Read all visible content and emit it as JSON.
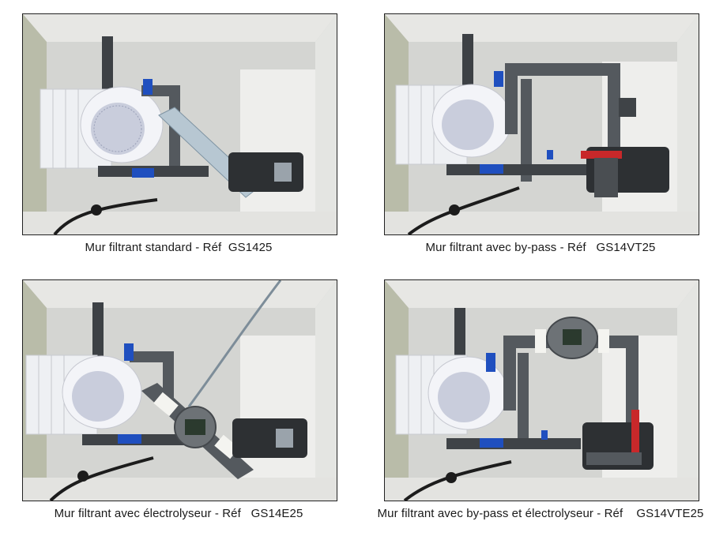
{
  "panels": [
    {
      "caption": "Mur filtrant standard - Réf  GS1425",
      "variant": "standard"
    },
    {
      "caption": "Mur filtrant avec by-pass - Réf   GS14VT25",
      "variant": "bypass"
    },
    {
      "caption": "Mur filtrant avec électrolyseur - Réf   GS14E25",
      "variant": "electrolyseur"
    },
    {
      "caption": "Mur filtrant avec by-pass et électrolyseur - Réf    GS14VTE25",
      "variant": "bypass-electrolyseur"
    }
  ],
  "colors": {
    "pipe": "#54595e",
    "pipe_dark": "#3b3f43",
    "valve_blue": "#1f4fbf",
    "valve_red": "#c8282a",
    "basket": "#f1f2f6",
    "wall_panel": "#eceef1",
    "box_bg": "#cfd0ce",
    "box_left": "#b8bba7"
  }
}
